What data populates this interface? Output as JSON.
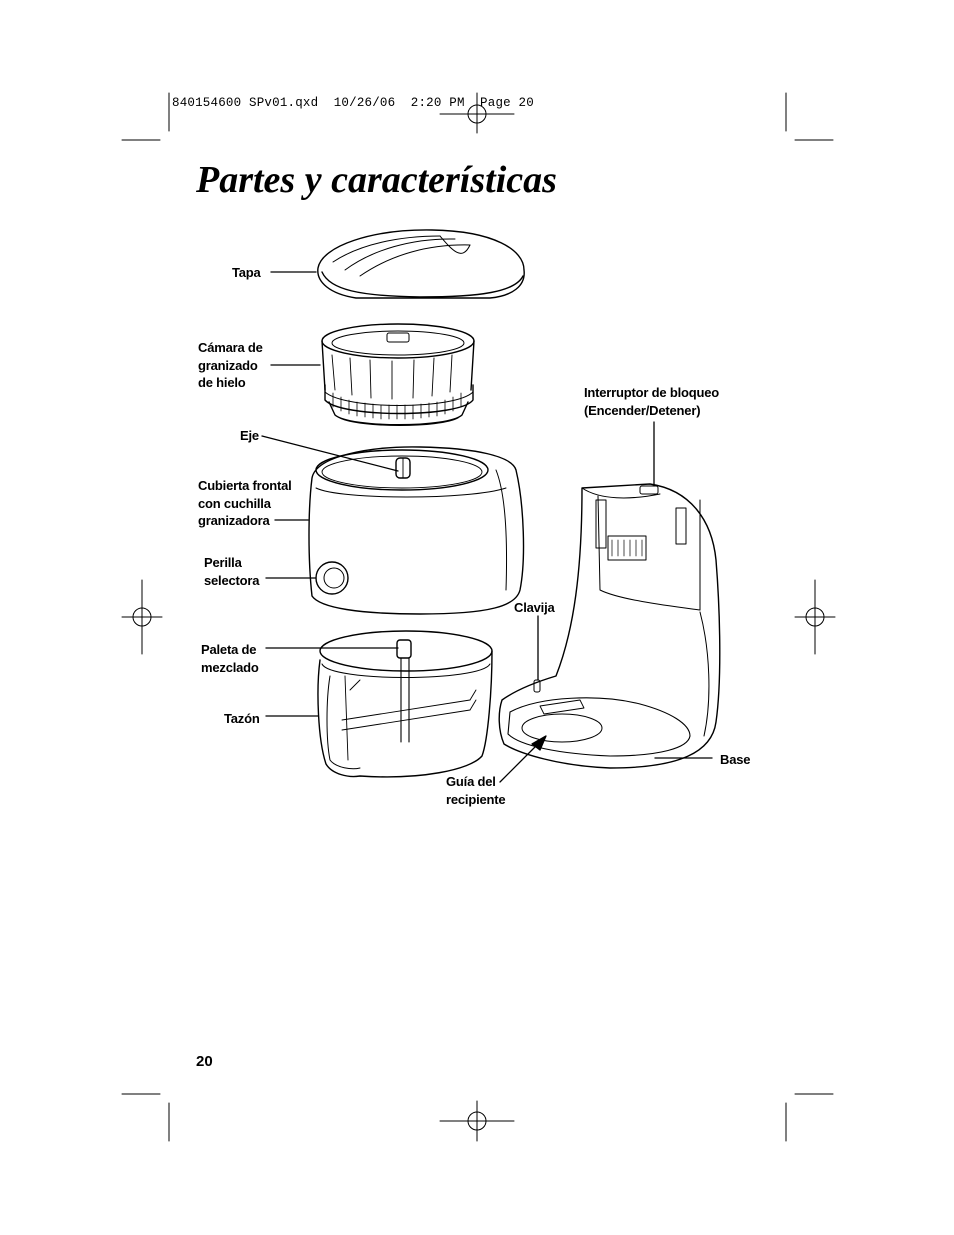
{
  "document": {
    "slug": "840154600 SPv01.qxd  10/26/06  2:20 PM  Page 20",
    "title": "Partes y características",
    "page_number": "20"
  },
  "labels": {
    "tapa": "Tapa",
    "camara": "Cámara de\ngranizado\nde hielo",
    "eje": "Eje",
    "cubierta": "Cubierta frontal\ncon cuchilla\ngranizadora",
    "perilla": "Perilla\nselectora",
    "paleta": "Paleta de\nmezclado",
    "tazon": "Tazón",
    "interruptor": "Interruptor de bloqueo\n(Encender/Detener)",
    "clavija": "Clavija",
    "guia": "Guía del\nrecipiente",
    "base": "Base"
  }
}
